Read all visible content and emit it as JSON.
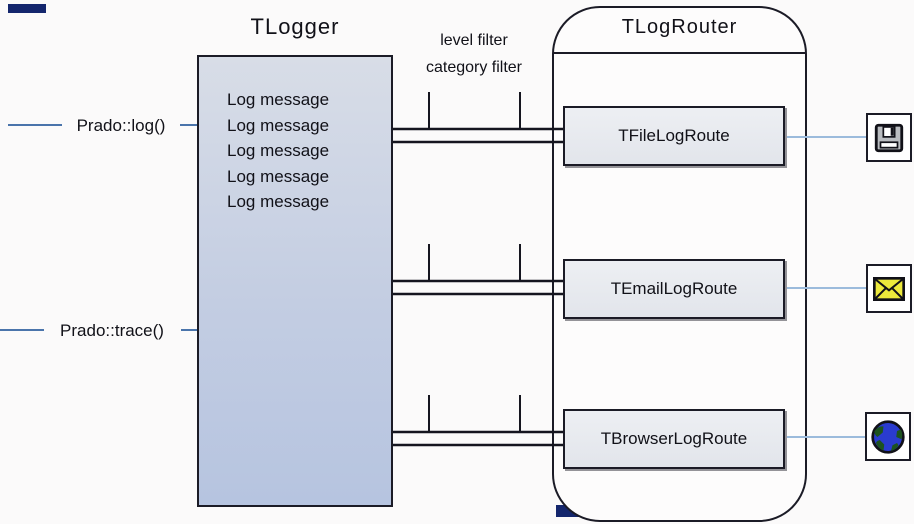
{
  "diagram": {
    "logger": {
      "title": "TLogger",
      "messages": [
        "Log message",
        "Log message",
        "Log message",
        "Log message",
        "Log message"
      ]
    },
    "sources": {
      "log_call": "Prado::log()",
      "trace_call": "Prado::trace()"
    },
    "filters": {
      "level": "level filter",
      "category": "category filter"
    },
    "router": {
      "title": "TLogRouter",
      "routes": [
        {
          "label": "TFileLogRoute",
          "icon": "floppy-disk-icon"
        },
        {
          "label": "TEmailLogRoute",
          "icon": "email-envelope-icon"
        },
        {
          "label": "TBrowserLogRoute",
          "icon": "globe-icon"
        }
      ]
    },
    "colors": {
      "accent_navy": "#14266d",
      "source_line_blue": "#4a74ab",
      "icon_connector_blue": "#9cbbdc",
      "box_border": "#1b1b26",
      "logger_fill_top": "#d8dde7",
      "logger_fill_bottom": "#b6c4e0",
      "route_fill": "#e7e9ee",
      "envelope_yellow": "#ece93b",
      "globe_blue": "#2a3bd0",
      "globe_green": "#1d531f"
    }
  }
}
